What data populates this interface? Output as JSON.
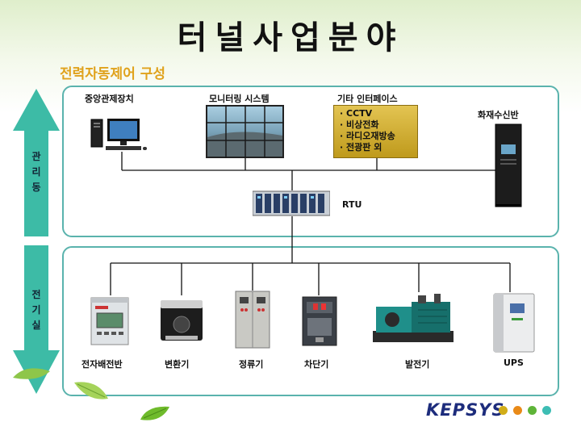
{
  "title": "터널사업분야",
  "subtitle": "전력자동제어 구성",
  "side": {
    "top_label": [
      "관",
      "리",
      "동"
    ],
    "bottom_label": [
      "전",
      "기",
      "실"
    ]
  },
  "top_panel": {
    "central": "중앙관제장치",
    "monitoring": "모니터링 시스템",
    "other_title": "기타 인터페이스",
    "other_items": [
      "· CCTV",
      "· 비상전화",
      "· 라디오재방송",
      "· 전광판 외"
    ],
    "fire": "화재수신반",
    "rtu": "RTU"
  },
  "bottom_panel": {
    "items": [
      "전자배전반",
      "변환기",
      "정류기",
      "차단기",
      "발전기",
      "UPS"
    ]
  },
  "logo": {
    "text": "KEPSYS"
  },
  "colors": {
    "accent": "#e0a21c",
    "panel_border": "#5ab3ad",
    "arrow": "#3dbba6",
    "logo": "#1d2c7c",
    "dots": [
      "#d1ad18",
      "#e98a18",
      "#5eb438",
      "#3dbdb4"
    ]
  }
}
